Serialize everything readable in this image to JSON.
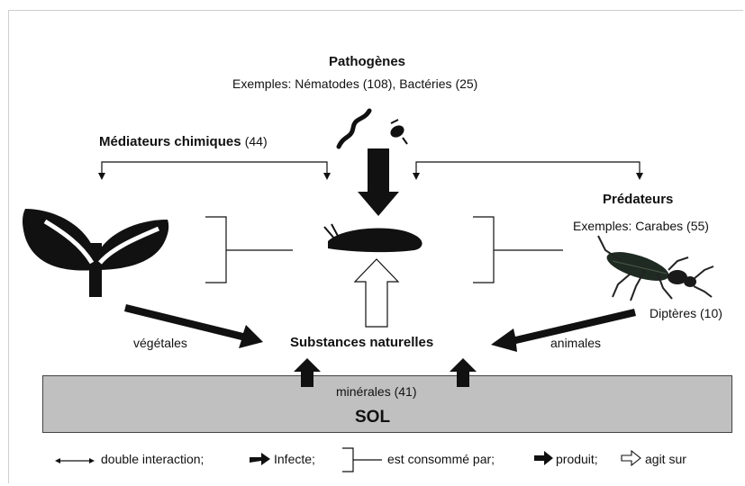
{
  "pathogens": {
    "title": "Pathogènes",
    "examples": "Exemples: Nématodes (108), Bactéries (25)"
  },
  "chemical_mediators": {
    "title": "Médiateurs chimiques",
    "count": "(44)"
  },
  "predators": {
    "title": "Prédateurs",
    "examples": "Exemples: Carabes (55)",
    "diptera": "Diptères (10)"
  },
  "natural_substances": {
    "title": "Substances naturelles",
    "plant_label": "végétales",
    "animal_label": "animales"
  },
  "soil": {
    "minerals": "minérales (41)",
    "title": "SOL",
    "fill_color": "#c0c0c0"
  },
  "legend": {
    "double_interaction": "double interaction;",
    "infects": "Infecte;",
    "consumed_by": "est consommé par;",
    "produces": "produit;",
    "acts_on": "agit sur"
  },
  "icons": {
    "plant": "plant-sprout-icon",
    "slug": "slug-icon",
    "nematode": "nematode-worm-icon",
    "bacterium": "bacterium-icon",
    "beetle": "ground-beetle-icon"
  }
}
